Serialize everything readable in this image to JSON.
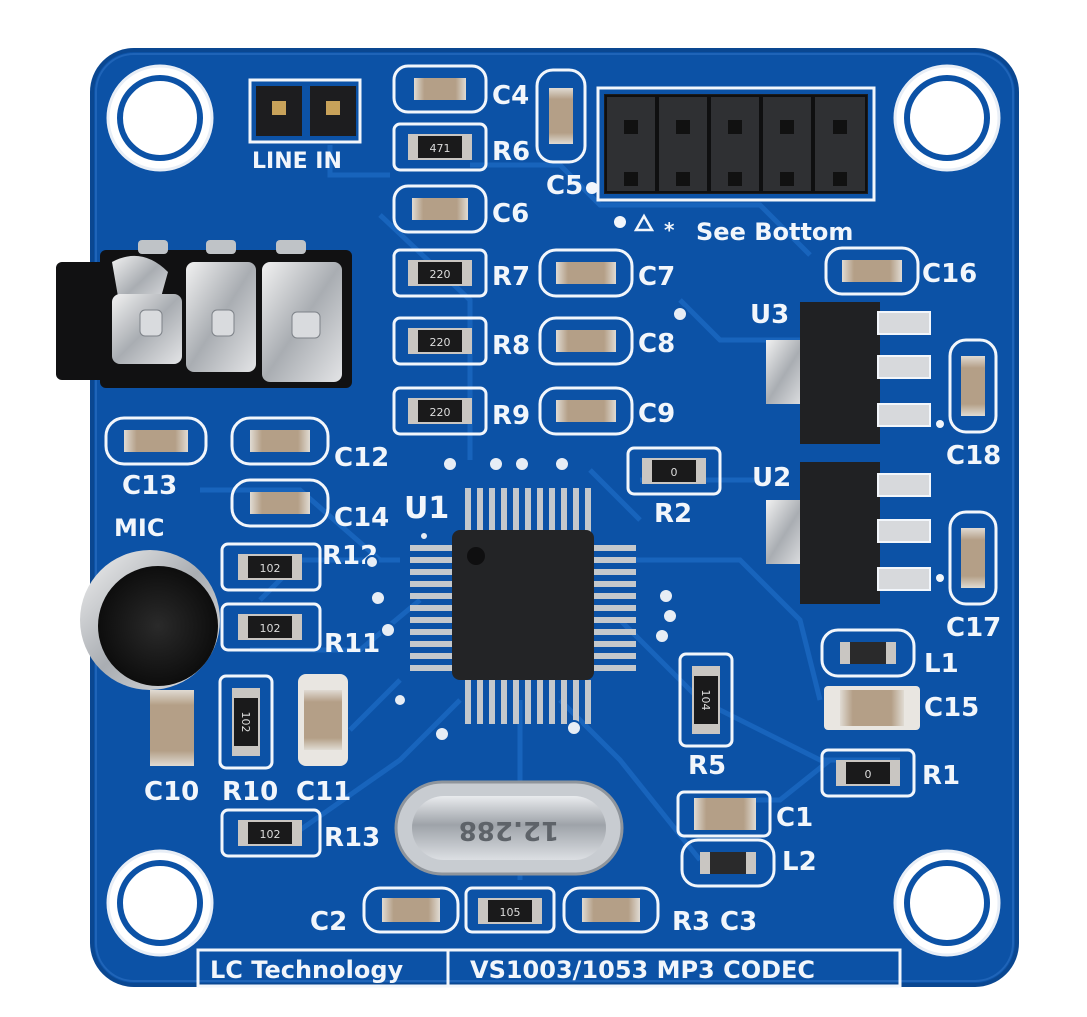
{
  "board": {
    "colors": {
      "pcb": "#0c52a6",
      "pcb_edge": "#0a4791",
      "silk": "#f2f6fb",
      "trace": "#1a66bf",
      "chip": "#222426"
    },
    "top_label": "LINE IN",
    "mic_label": "MIC",
    "header_note": "See Bottom",
    "bottom_left": "LC Technology",
    "bottom_right": "VS1003/1053 MP3 CODEC",
    "chip_label": "U1",
    "regulators": {
      "u3": "U3",
      "u2": "U2"
    },
    "components": {
      "c2": "C2",
      "c3": "C3",
      "c4": "C4",
      "c5": "C5",
      "c6": "C6",
      "c7": "C7",
      "c8": "C8",
      "c9": "C9",
      "c10": "C10",
      "c11": "C11",
      "c12": "C12",
      "c13": "C13",
      "c14": "C14",
      "c15": "C15",
      "c16": "C16",
      "c17": "C17",
      "c18": "C18",
      "c1": "C1",
      "r1": "R1",
      "r2": "R2",
      "r3": "R3",
      "r5": "R5",
      "r6": "R6",
      "r7": "R7",
      "r8": "R8",
      "r9": "R9",
      "r10": "R10",
      "r11": "R11",
      "r12": "R12",
      "r13": "R13",
      "l1": "L1",
      "l2": "L2"
    },
    "resistor_codes": {
      "r6": "471",
      "r7": "220",
      "r8": "220",
      "r9": "220",
      "r12": "102",
      "r11": "102",
      "r10": "102",
      "r13": "102",
      "r5": "104",
      "r3": "105",
      "r2": "0",
      "r1": "0"
    },
    "crystal_marking": "12.288"
  }
}
